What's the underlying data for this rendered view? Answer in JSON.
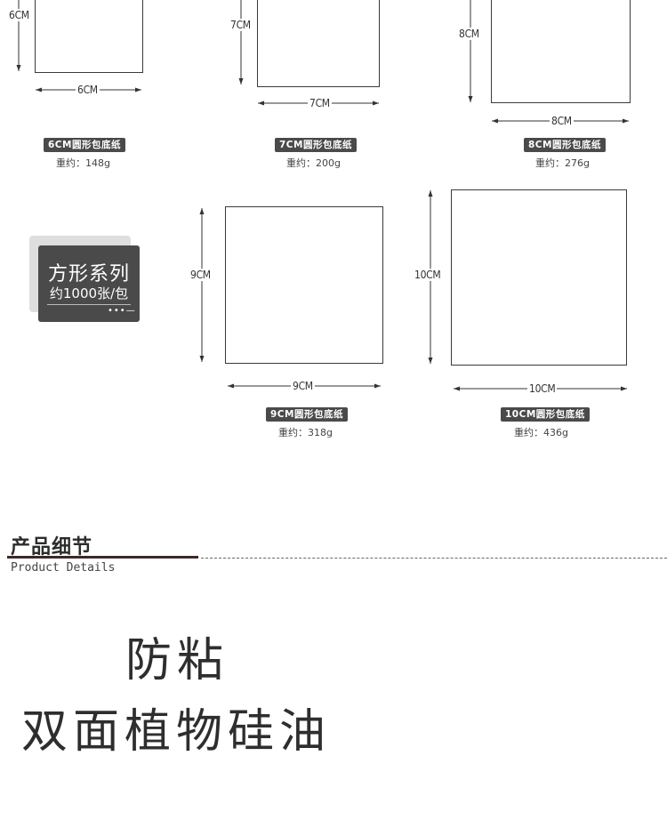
{
  "products": [
    {
      "id": "6",
      "vlabel": "6CM",
      "hlabel": "6CM",
      "name": "6CM圆形包底纸",
      "weight": "重约：148g"
    },
    {
      "id": "7",
      "vlabel": "7CM",
      "hlabel": "7CM",
      "name": "7CM圆形包底纸",
      "weight": "重约：200g"
    },
    {
      "id": "8",
      "vlabel": "8CM",
      "hlabel": "8CM",
      "name": "8CM圆形包底纸",
      "weight": "重约：276g"
    },
    {
      "id": "9",
      "vlabel": "9CM",
      "hlabel": "9CM",
      "name": "9CM圆形包底纸",
      "weight": "重约：318g"
    },
    {
      "id": "10",
      "vlabel": "10CM",
      "hlabel": "10CM",
      "name": "10CM圆形包底纸",
      "weight": "重约：436g"
    }
  ],
  "series": {
    "title": "方形系列",
    "subtitle": "约1000张/包",
    "dots": "•••—"
  },
  "section": {
    "title": "产品细节",
    "subtitle": "Product Details"
  },
  "feature": {
    "line1": "防粘",
    "line2": "双面植物硅油"
  }
}
